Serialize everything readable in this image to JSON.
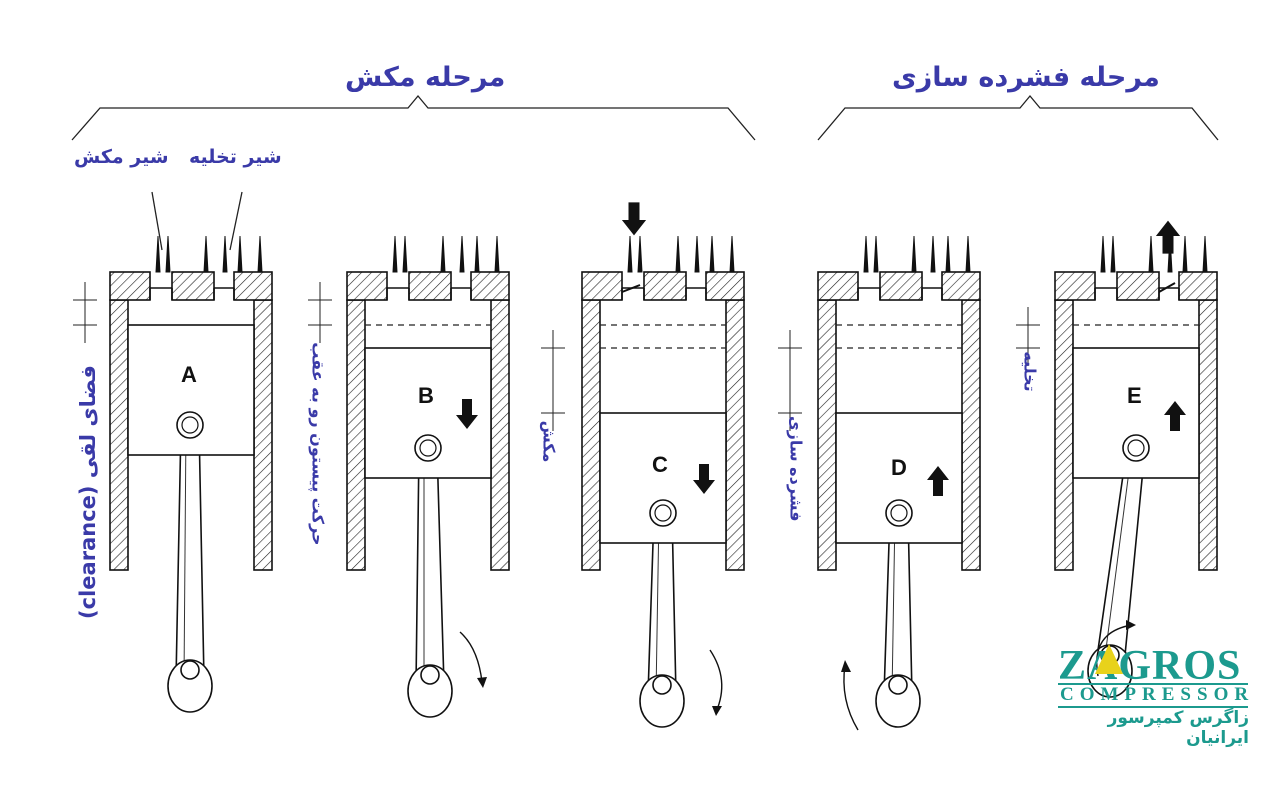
{
  "phases": {
    "suction": "مرحله مکش",
    "compression": "مرحله فشرده سازی"
  },
  "valves": {
    "discharge": "شیر تخلیه",
    "suction": "شیر مکش"
  },
  "annotations": {
    "clearance": "فضای لقی (clearance)",
    "piston_back": "حرکت پیستون رو به عقب",
    "suction": "مکش",
    "compression": "فشرده سازی",
    "discharge": "تخلیه"
  },
  "stages": [
    {
      "letter": "A",
      "piston_motion": "none"
    },
    {
      "letter": "B",
      "piston_motion": "down"
    },
    {
      "letter": "C",
      "piston_motion": "down"
    },
    {
      "letter": "D",
      "piston_motion": "up"
    },
    {
      "letter": "E",
      "piston_motion": "up"
    }
  ],
  "logo": {
    "main": "ZAGROS",
    "sub": "COMPRESSOR",
    "persian": "زاگرس کمپرسور ایرانیان"
  },
  "colors": {
    "label": "#3a3aa8",
    "logo": "#1c9a8e",
    "logo_accent": "#e8d21b",
    "line": "#111111"
  }
}
